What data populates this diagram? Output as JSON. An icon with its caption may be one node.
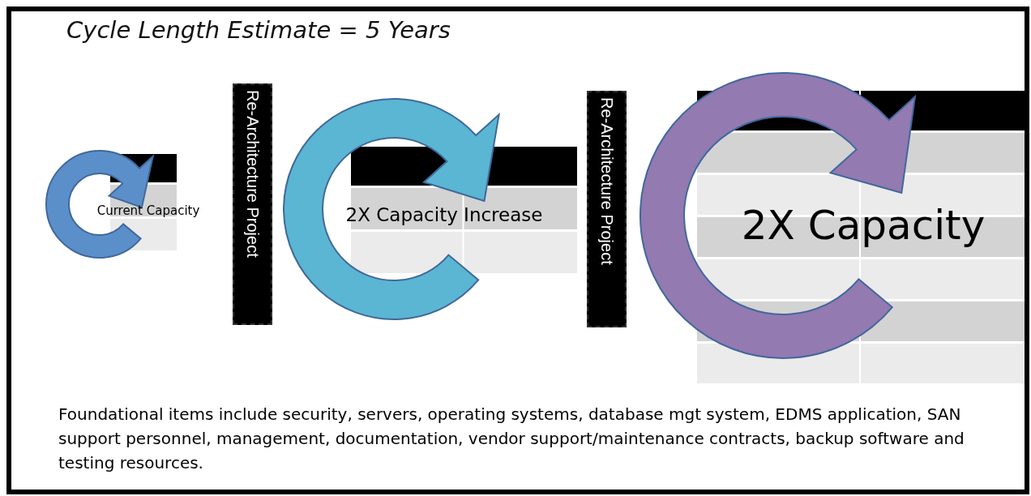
{
  "diagram": {
    "title": "Cycle Length Estimate = 5 Years",
    "nodes": [
      {
        "text": [
          "Current Capacity"
        ]
      },
      {
        "text": [
          "Re-Architecture Project"
        ]
      },
      {
        "text": [
          "2X Capacity Increase"
        ]
      },
      {
        "text": [
          "Re-Architecture Project"
        ]
      },
      {
        "text": [
          "2X Capacity"
        ]
      }
    ],
    "labels": [
      "Foundational items include security, servers, operating systems, database mgt system, EDMS application, SAN support personnel, management, documentation, vendor support/maintenance contracts, backup software and testing resources."
    ]
  }
}
